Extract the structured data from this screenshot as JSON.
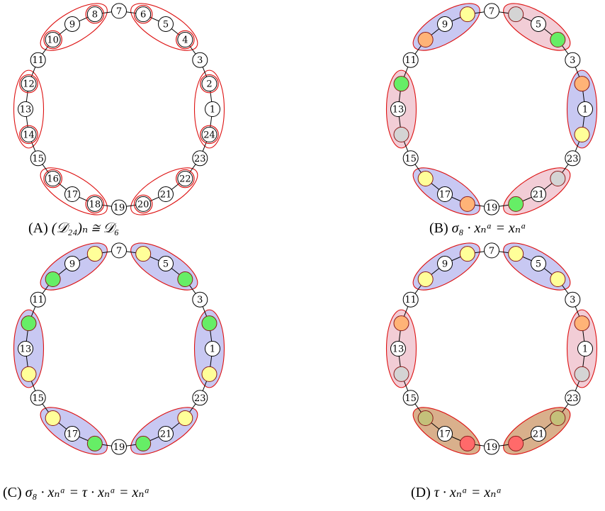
{
  "colors": {
    "edge": "#000000",
    "ellipse_stroke": "#dd1111",
    "blue_fill": "#c8c8f2",
    "pink_fill": "#f2cdd6",
    "brown_fill": "#d9b08c",
    "yellow": "#ffff99",
    "green": "#66ee66",
    "orange": "#ffb377",
    "gray": "#d4d4d4",
    "red": "#ff6a6a",
    "olive": "#c4c07a"
  },
  "panels": [
    {
      "id": "A",
      "caption_tag": "(A)",
      "caption_math": "(𝒟₂₄)ₙ ≅ 𝒟₆",
      "groups": [
        {
          "nodes": [
            8,
            9,
            10
          ],
          "fill": "none"
        },
        {
          "nodes": [
            6,
            5,
            4
          ],
          "fill": "none"
        },
        {
          "nodes": [
            2,
            1,
            24
          ],
          "fill": "none"
        },
        {
          "nodes": [
            22,
            21,
            20
          ],
          "fill": "none"
        },
        {
          "nodes": [
            18,
            17,
            16
          ],
          "fill": "none"
        },
        {
          "nodes": [
            14,
            13,
            12
          ],
          "fill": "none"
        }
      ],
      "nodes": [
        {
          "n": 1,
          "label": "1",
          "style": "plain"
        },
        {
          "n": 2,
          "label": "2",
          "style": "ringed"
        },
        {
          "n": 3,
          "label": "3",
          "style": "plain"
        },
        {
          "n": 4,
          "label": "4",
          "style": "ringed"
        },
        {
          "n": 5,
          "label": "5",
          "style": "plain"
        },
        {
          "n": 6,
          "label": "6",
          "style": "ringed"
        },
        {
          "n": 7,
          "label": "7",
          "style": "plain"
        },
        {
          "n": 8,
          "label": "8",
          "style": "ringed"
        },
        {
          "n": 9,
          "label": "9",
          "style": "plain"
        },
        {
          "n": 10,
          "label": "10",
          "style": "ringed"
        },
        {
          "n": 11,
          "label": "11",
          "style": "plain"
        },
        {
          "n": 12,
          "label": "12",
          "style": "ringed"
        },
        {
          "n": 13,
          "label": "13",
          "style": "plain"
        },
        {
          "n": 14,
          "label": "14",
          "style": "ringed"
        },
        {
          "n": 15,
          "label": "15",
          "style": "plain"
        },
        {
          "n": 16,
          "label": "16",
          "style": "ringed"
        },
        {
          "n": 17,
          "label": "17",
          "style": "plain"
        },
        {
          "n": 18,
          "label": "18",
          "style": "ringed"
        },
        {
          "n": 19,
          "label": "19",
          "style": "plain"
        },
        {
          "n": 20,
          "label": "20",
          "style": "ringed"
        },
        {
          "n": 21,
          "label": "21",
          "style": "plain"
        },
        {
          "n": 22,
          "label": "22",
          "style": "ringed"
        },
        {
          "n": 23,
          "label": "23",
          "style": "plain"
        },
        {
          "n": 24,
          "label": "24",
          "style": "ringed"
        }
      ]
    },
    {
      "id": "B",
      "caption_tag": "(B)",
      "caption_math": "σ₈ · xₙᵃ = xₙᵃ",
      "groups": [
        {
          "nodes": [
            8,
            9,
            10
          ],
          "fill": "blue"
        },
        {
          "nodes": [
            6,
            5,
            4
          ],
          "fill": "pink"
        },
        {
          "nodes": [
            2,
            1,
            24
          ],
          "fill": "blue"
        },
        {
          "nodes": [
            22,
            21,
            20
          ],
          "fill": "pink"
        },
        {
          "nodes": [
            18,
            17,
            16
          ],
          "fill": "blue"
        },
        {
          "nodes": [
            14,
            13,
            12
          ],
          "fill": "pink"
        }
      ],
      "nodes": [
        {
          "n": 1,
          "label": "1",
          "style": "plain"
        },
        {
          "n": 2,
          "label": "",
          "style": "orange"
        },
        {
          "n": 3,
          "label": "3",
          "style": "plain"
        },
        {
          "n": 4,
          "label": "",
          "style": "green"
        },
        {
          "n": 5,
          "label": "5",
          "style": "plain"
        },
        {
          "n": 6,
          "label": "",
          "style": "gray"
        },
        {
          "n": 7,
          "label": "7",
          "style": "plain"
        },
        {
          "n": 8,
          "label": "",
          "style": "yellow"
        },
        {
          "n": 9,
          "label": "9",
          "style": "plain"
        },
        {
          "n": 10,
          "label": "",
          "style": "orange"
        },
        {
          "n": 11,
          "label": "11",
          "style": "plain"
        },
        {
          "n": 12,
          "label": "",
          "style": "green"
        },
        {
          "n": 13,
          "label": "13",
          "style": "plain"
        },
        {
          "n": 14,
          "label": "",
          "style": "gray"
        },
        {
          "n": 15,
          "label": "15",
          "style": "plain"
        },
        {
          "n": 16,
          "label": "",
          "style": "yellow"
        },
        {
          "n": 17,
          "label": "17",
          "style": "plain"
        },
        {
          "n": 18,
          "label": "",
          "style": "orange"
        },
        {
          "n": 19,
          "label": "19",
          "style": "plain"
        },
        {
          "n": 20,
          "label": "",
          "style": "green"
        },
        {
          "n": 21,
          "label": "21",
          "style": "plain"
        },
        {
          "n": 22,
          "label": "",
          "style": "gray"
        },
        {
          "n": 23,
          "label": "23",
          "style": "plain"
        },
        {
          "n": 24,
          "label": "",
          "style": "yellow"
        }
      ]
    },
    {
      "id": "C",
      "caption_tag": "(C)",
      "caption_math": "σ₈ · xₙᵃ = τ · xₙᵃ = xₙᵃ",
      "groups": [
        {
          "nodes": [
            8,
            9,
            10
          ],
          "fill": "blue"
        },
        {
          "nodes": [
            6,
            5,
            4
          ],
          "fill": "blue"
        },
        {
          "nodes": [
            2,
            1,
            24
          ],
          "fill": "blue"
        },
        {
          "nodes": [
            22,
            21,
            20
          ],
          "fill": "blue"
        },
        {
          "nodes": [
            18,
            17,
            16
          ],
          "fill": "blue"
        },
        {
          "nodes": [
            14,
            13,
            12
          ],
          "fill": "blue"
        }
      ],
      "nodes": [
        {
          "n": 1,
          "label": "1",
          "style": "plain"
        },
        {
          "n": 2,
          "label": "",
          "style": "green"
        },
        {
          "n": 3,
          "label": "3",
          "style": "plain"
        },
        {
          "n": 4,
          "label": "",
          "style": "green"
        },
        {
          "n": 5,
          "label": "5",
          "style": "plain"
        },
        {
          "n": 6,
          "label": "",
          "style": "yellow"
        },
        {
          "n": 7,
          "label": "7",
          "style": "plain"
        },
        {
          "n": 8,
          "label": "",
          "style": "yellow"
        },
        {
          "n": 9,
          "label": "9",
          "style": "plain"
        },
        {
          "n": 10,
          "label": "",
          "style": "green"
        },
        {
          "n": 11,
          "label": "11",
          "style": "plain"
        },
        {
          "n": 12,
          "label": "",
          "style": "green"
        },
        {
          "n": 13,
          "label": "13",
          "style": "plain"
        },
        {
          "n": 14,
          "label": "",
          "style": "yellow"
        },
        {
          "n": 15,
          "label": "15",
          "style": "plain"
        },
        {
          "n": 16,
          "label": "",
          "style": "yellow"
        },
        {
          "n": 17,
          "label": "17",
          "style": "plain"
        },
        {
          "n": 18,
          "label": "",
          "style": "green"
        },
        {
          "n": 19,
          "label": "19",
          "style": "plain"
        },
        {
          "n": 20,
          "label": "",
          "style": "green"
        },
        {
          "n": 21,
          "label": "21",
          "style": "plain"
        },
        {
          "n": 22,
          "label": "",
          "style": "yellow"
        },
        {
          "n": 23,
          "label": "23",
          "style": "plain"
        },
        {
          "n": 24,
          "label": "",
          "style": "yellow"
        }
      ]
    },
    {
      "id": "D",
      "caption_tag": "(D)",
      "caption_math": "τ · xₙᵃ = xₙᵃ",
      "groups": [
        {
          "nodes": [
            8,
            9,
            10
          ],
          "fill": "blue"
        },
        {
          "nodes": [
            6,
            5,
            4
          ],
          "fill": "blue"
        },
        {
          "nodes": [
            2,
            1,
            24
          ],
          "fill": "pink"
        },
        {
          "nodes": [
            22,
            21,
            20
          ],
          "fill": "brown"
        },
        {
          "nodes": [
            18,
            17,
            16
          ],
          "fill": "brown"
        },
        {
          "nodes": [
            14,
            13,
            12
          ],
          "fill": "pink"
        }
      ],
      "nodes": [
        {
          "n": 1,
          "label": "1",
          "style": "plain"
        },
        {
          "n": 2,
          "label": "",
          "style": "orange"
        },
        {
          "n": 3,
          "label": "3",
          "style": "plain"
        },
        {
          "n": 4,
          "label": "",
          "style": "yellow"
        },
        {
          "n": 5,
          "label": "5",
          "style": "plain"
        },
        {
          "n": 6,
          "label": "",
          "style": "yellow"
        },
        {
          "n": 7,
          "label": "7",
          "style": "plain"
        },
        {
          "n": 8,
          "label": "",
          "style": "yellow"
        },
        {
          "n": 9,
          "label": "9",
          "style": "plain"
        },
        {
          "n": 10,
          "label": "",
          "style": "yellow"
        },
        {
          "n": 11,
          "label": "11",
          "style": "plain"
        },
        {
          "n": 12,
          "label": "",
          "style": "orange"
        },
        {
          "n": 13,
          "label": "13",
          "style": "plain"
        },
        {
          "n": 14,
          "label": "",
          "style": "gray"
        },
        {
          "n": 15,
          "label": "15",
          "style": "plain"
        },
        {
          "n": 16,
          "label": "",
          "style": "olive"
        },
        {
          "n": 17,
          "label": "17",
          "style": "plain"
        },
        {
          "n": 18,
          "label": "",
          "style": "red"
        },
        {
          "n": 19,
          "label": "19",
          "style": "plain"
        },
        {
          "n": 20,
          "label": "",
          "style": "red"
        },
        {
          "n": 21,
          "label": "21",
          "style": "plain"
        },
        {
          "n": 22,
          "label": "",
          "style": "olive"
        },
        {
          "n": 23,
          "label": "23",
          "style": "plain"
        },
        {
          "n": 24,
          "label": "",
          "style": "gray"
        }
      ]
    }
  ]
}
